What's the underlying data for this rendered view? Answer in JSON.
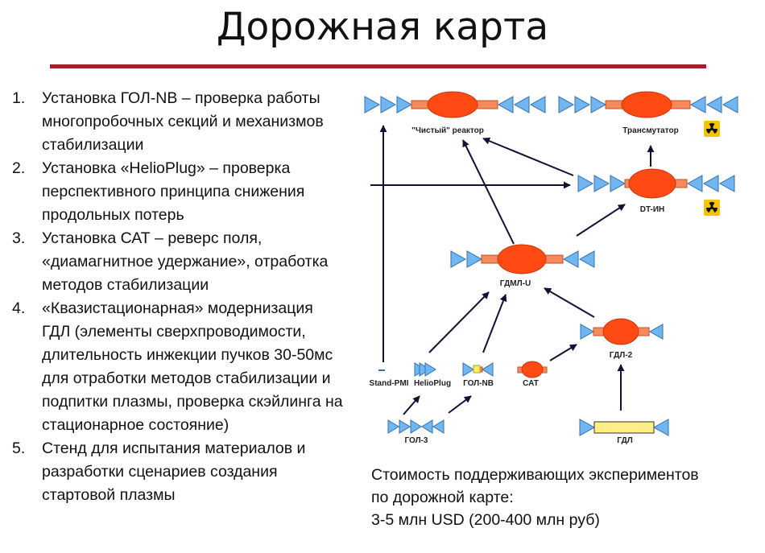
{
  "slide": {
    "title": "Дорожная карта",
    "accent_color": "#a31d2d"
  },
  "items": [
    {
      "num": "1.",
      "text": "Установка ГОЛ-NB – проверка работы многопробочных секций и механизмов стабилизации"
    },
    {
      "num": "2.",
      "text": "Установка «HelioPlug» – проверка перспективного принципа снижения продольных потерь"
    },
    {
      "num": "3.",
      "text": "Установка САТ – реверс поля, «диамагнитное удержание», отработка методов стабилизации"
    },
    {
      "num": "4.",
      "text": "«Квазистационарная» модернизация ГДЛ (элементы сверхпроводимости, длительность инжекции пучков 30-50мс для отработки методов стабилизации и подпитки плазмы, проверка скэйлинга на стационарное состояние)"
    },
    {
      "num": "5.",
      "text": "Стенд для испытания материалов и разработки сценариев создания стартовой плазмы"
    }
  ],
  "diagram": {
    "colors": {
      "plasma": "#ff4a14",
      "coil": "#f58a5a",
      "cone": "#6fb6f2",
      "cone_edge": "#3470a8",
      "arrow": "#111133",
      "tube": "#ffee88",
      "radiation": "#f5c400"
    },
    "icons": [
      "radiation-icon",
      "radiation-icon"
    ],
    "labels": {
      "clean_reactor": "\"Чистый\" реактор",
      "transmutator": "Трансмутатор",
      "dt_in": "DT-ИН",
      "gdml_u": "ГДМЛ-U",
      "gdl2": "ГДЛ-2",
      "stand_pmi": "Stand-PMI",
      "helioplug": "HelioPlug",
      "gol_nb": "ГОЛ-NB",
      "sat": "САТ",
      "gol3": "ГОЛ-3",
      "gdl": "ГДЛ"
    }
  },
  "cost": {
    "line1": "Стоимость поддерживающих экспериментов",
    "line2": "по дорожной карте:",
    "line3": "3-5 млн USD (200-400 млн руб)"
  }
}
